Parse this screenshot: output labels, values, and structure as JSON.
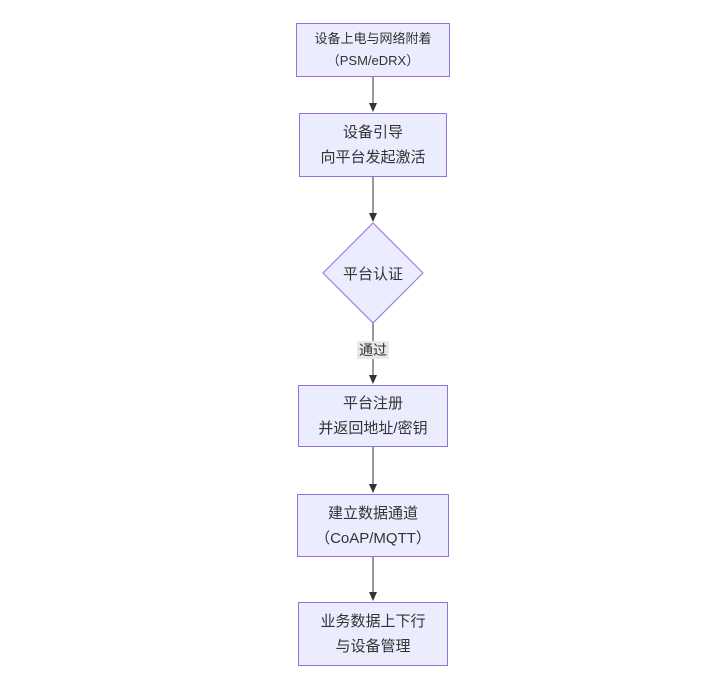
{
  "diagram": {
    "type": "flowchart",
    "direction": "top-down",
    "nodes": [
      {
        "id": "n1",
        "shape": "rect",
        "line1": "设备上电与网络附着",
        "line2": "（PSM/eDRX）"
      },
      {
        "id": "n2",
        "shape": "rect",
        "line1": "设备引导",
        "line2": "向平台发起激活"
      },
      {
        "id": "n3",
        "shape": "diamond",
        "line1": "平台认证",
        "line2": ""
      },
      {
        "id": "n4",
        "shape": "rect",
        "line1": "平台注册",
        "line2": "并返回地址/密钥"
      },
      {
        "id": "n5",
        "shape": "rect",
        "line1": "建立数据通道",
        "line2": "（CoAP/MQTT）"
      },
      {
        "id": "n6",
        "shape": "rect",
        "line1": "业务数据上下行",
        "line2": "与设备管理"
      }
    ],
    "edges": [
      {
        "from": "n1",
        "to": "n2",
        "label": ""
      },
      {
        "from": "n2",
        "to": "n3",
        "label": ""
      },
      {
        "from": "n3",
        "to": "n4",
        "label": "通过"
      },
      {
        "from": "n4",
        "to": "n5",
        "label": ""
      },
      {
        "from": "n5",
        "to": "n6",
        "label": ""
      }
    ],
    "colors": {
      "node_fill": "#ECECFF",
      "node_border": "#9370DB",
      "arrow": "#333333",
      "edge_label_bg": "#e8e8e8",
      "text": "#333333",
      "background": "#ffffff"
    }
  }
}
